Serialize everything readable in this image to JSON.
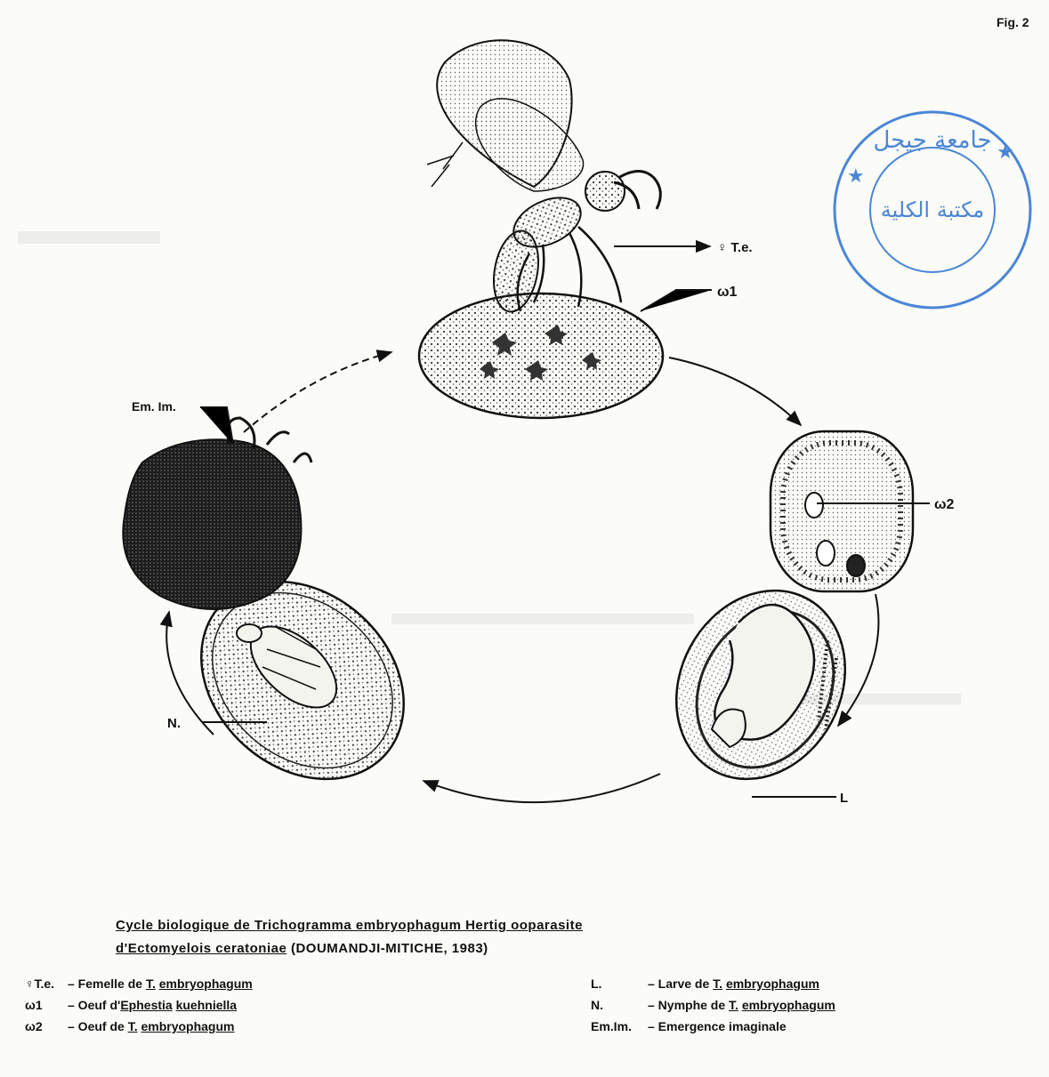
{
  "figure": {
    "number": "Fig. 2",
    "stamp": {
      "text_outer": "جامعة جيجل",
      "text_inner": "مكتبة الكلية",
      "color": "#4a86d6"
    },
    "stages": {
      "adult": {
        "label": "♀ T.e."
      },
      "host_egg_1": {
        "label": "ω1"
      },
      "host_egg_2": {
        "label": "ω2"
      },
      "larva": {
        "label": "L"
      },
      "nymph": {
        "label": "N."
      },
      "emergence": {
        "label": "Em. Im."
      }
    }
  },
  "caption": {
    "line1": "Cycle biologique de Trichogramma embryophagum Hertig ooparasite",
    "line2_underlined": "d'Ectomyelois ceratoniae",
    "line2_rest": " (DOUMANDJI-MITICHE, 1983)"
  },
  "legend": {
    "left": [
      {
        "key": "♀T.e.",
        "sep": "– Femelle de ",
        "genus": "T.",
        "species": "embryophagum"
      },
      {
        "key": "ω1",
        "sep": "– Oeuf  d'",
        "genus": "Ephestia",
        "species": "kuehniella"
      },
      {
        "key": "ω2",
        "sep": "– Oeuf  de ",
        "genus": "T.",
        "species": "embryophagum"
      }
    ],
    "right": [
      {
        "key": "L.",
        "sep": "– Larve de ",
        "genus": "T.",
        "species": "embryophagum"
      },
      {
        "key": "N.",
        "sep": "– Nymphe de ",
        "genus": "T.",
        "species": "embryophagum"
      },
      {
        "key": "Em.Im.",
        "sep": "– Emergence  imaginale",
        "genus": "",
        "species": ""
      }
    ]
  }
}
